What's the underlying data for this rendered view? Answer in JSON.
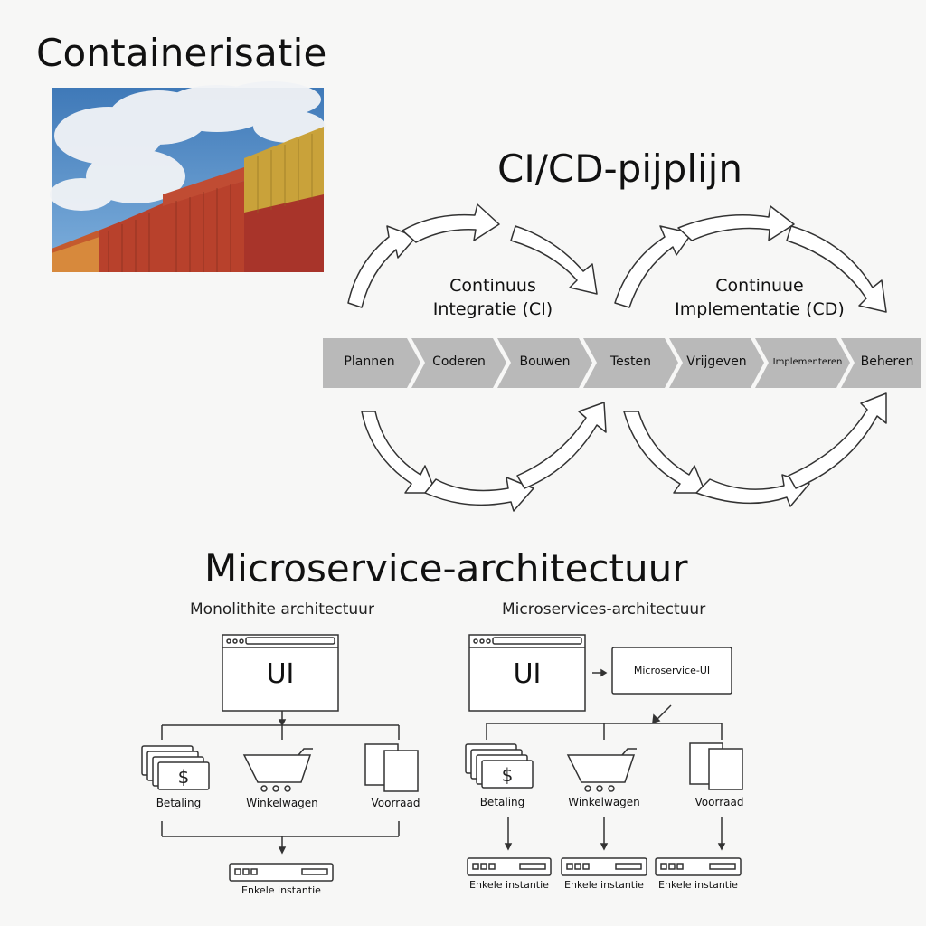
{
  "sections": {
    "containerization": {
      "title": "Containerisatie"
    },
    "cicd": {
      "title": "CI/CD-pijplijn",
      "loops": [
        {
          "label_line1": "Continuus",
          "label_line2": "Integratie (CI)"
        },
        {
          "label_line1": "Continuue",
          "label_line2": "Implementatie (CD)"
        }
      ],
      "stages": [
        "Plannen",
        "Coderen",
        "Bouwen",
        "Testen",
        "Vrijgeven",
        "Implementeren",
        "Beheren"
      ]
    },
    "microservices": {
      "title": "Microservice-architectuur",
      "monolith": {
        "title": "Monolithite architectuur",
        "ui_label": "UI",
        "modules": [
          "Betaling",
          "Winkelwagen",
          "Voorraad"
        ],
        "instance_label": "Enkele instantie"
      },
      "micro": {
        "title": "Microservices-architectuur",
        "ui_label": "UI",
        "micro_ui_label": "Microservice-UI",
        "modules": [
          "Betaling",
          "Winkelwagen",
          "Voorraad"
        ],
        "instance_labels": [
          "Enkele instantie",
          "Enkele instantie",
          "Enkele instantie"
        ]
      }
    }
  },
  "colors": {
    "stage_fill": "#b9b9b9",
    "line": "#333333",
    "sky": "#4d86c2",
    "container_red": "#b8412c",
    "container_yellow": "#c9a23a",
    "container_orange": "#d07a30"
  }
}
